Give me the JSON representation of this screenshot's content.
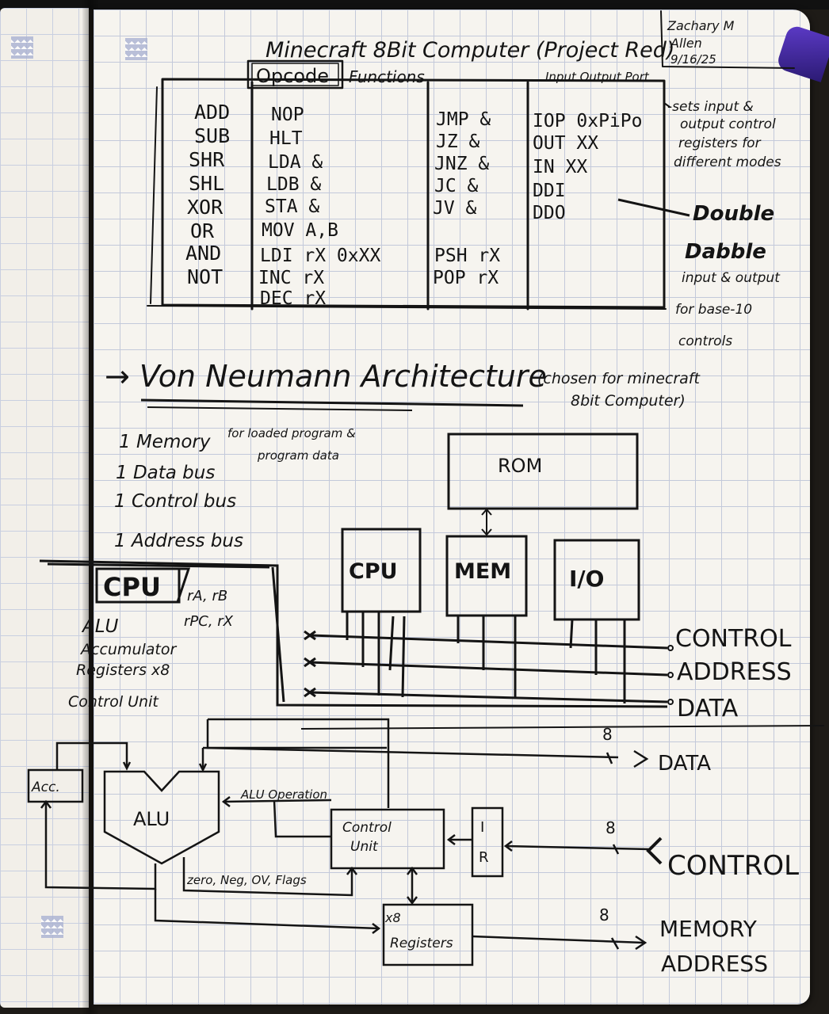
{
  "header": {
    "title": "Minecraft 8Bit Computer (Project Red)",
    "opcode_box": "Opcode",
    "functions": "Functions",
    "io_port_label": "Input Output Port",
    "author_name": "Zachary M",
    "author_surname": "Allen",
    "date": "9/16/25"
  },
  "opcode_table": {
    "alu_ops": [
      "ADD",
      "SUB",
      "SHR",
      "SHL",
      "XOR",
      "OR",
      "AND",
      "NOT"
    ],
    "data_ops": [
      "NOP",
      "HLT",
      "LDA &",
      "LDB &",
      "STA &",
      "MOV A,B",
      "LDI rX 0xXX",
      "INC rX",
      "DEC rX"
    ],
    "jump_ops": [
      "JMP &",
      "JZ &",
      "JNZ &",
      "JC &",
      "JV &",
      "",
      "PSH rX",
      "POP rX"
    ],
    "io_ops": [
      "IOP 0xPiPo",
      "OUT XX",
      "IN XX",
      "DDI",
      "DDO"
    ]
  },
  "side_notes": {
    "iop_note": [
      "-sets input &",
      "output control",
      "registers for",
      "different modes"
    ],
    "double_dabble": [
      "Double",
      "Dabble"
    ],
    "dd_note": [
      "input & output",
      "for base-10",
      "controls"
    ]
  },
  "architecture": {
    "heading": "→ Von Neumann Architecture",
    "reason": [
      "(chosen for minecraft",
      "8bit Computer)"
    ],
    "buses": [
      "1 Memory",
      "1 Data bus",
      "1 Control bus",
      "1 Address bus"
    ],
    "memory_note": [
      "for loaded program &",
      "program data"
    ],
    "rom": "ROM",
    "cpu": "CPU",
    "mem": "MEM",
    "io": "I/O",
    "bus_labels": [
      "CONTROL",
      "ADDRESS",
      "DATA"
    ]
  },
  "cpu_section": {
    "title": "CPU",
    "regs_line1": "rA, rB",
    "regs_line2": "rPC, rX",
    "parts": [
      "ALU",
      "Accumulator",
      "Registers x8",
      "Control Unit"
    ]
  },
  "cpu_diagram": {
    "acc": "Acc.",
    "alu": "ALU",
    "alu_operation": "ALU Operation",
    "control_unit": [
      "Control",
      "Unit"
    ],
    "flags": "zero, Neg, OV, Flags",
    "ir": [
      "I",
      "R"
    ],
    "registers": [
      "x8",
      "Registers"
    ],
    "width_data": "8",
    "width_control": "8",
    "width_memory": "8",
    "out_data": "DATA",
    "in_control": "CONTROL",
    "out_memory": [
      "MEMORY",
      "ADDRESS"
    ]
  }
}
